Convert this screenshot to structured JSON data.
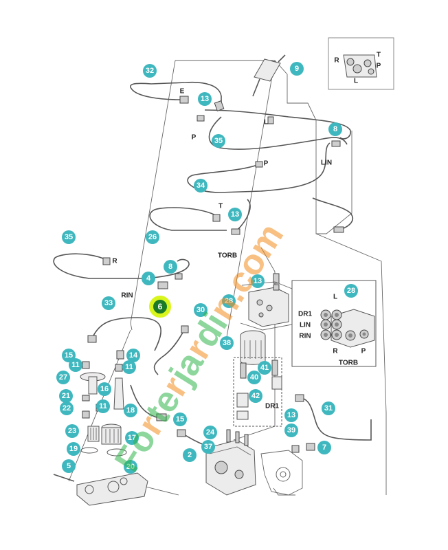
{
  "callouts": {
    "c32": "32",
    "c9": "9",
    "c13a": "13",
    "c35a": "35",
    "c8a": "8",
    "c34": "34",
    "c13b": "13",
    "c35b": "35",
    "c26": "26",
    "c4": "4",
    "c8b": "8",
    "c6": "6",
    "c33": "33",
    "c30": "30",
    "c28a": "28",
    "c13c": "13",
    "c28b": "28",
    "c38": "38",
    "c15a": "15",
    "c11a": "11",
    "c14": "14",
    "c11b": "11",
    "c27": "27",
    "c16": "16",
    "c21": "21",
    "c22": "22",
    "c11c": "11",
    "c18": "18",
    "c15b": "15",
    "c40": "40",
    "c41": "41",
    "c42": "42",
    "c31": "31",
    "c13d": "13",
    "c39": "39",
    "c23": "23",
    "c17": "17",
    "c24": "24",
    "c37": "37",
    "c7": "7",
    "c19": "19",
    "c2": "2",
    "c5": "5",
    "c20": "20"
  },
  "ports": {
    "E": "E",
    "P1": "P",
    "L1": "L",
    "LIN1": "LIN",
    "P2": "P",
    "T": "T",
    "TORB1": "TORB",
    "R1": "R",
    "RIN1": "RIN",
    "DR1a": "DR1",
    "R_ins": "R",
    "L_ins": "L",
    "P_ins": "P",
    "T_ins": "T",
    "L2": "L",
    "DR1b": "DR1",
    "LIN2": "LIN",
    "RIN2": "RIN",
    "R2": "R",
    "P3": "P",
    "TORB2": "TORB"
  },
  "watermark": {
    "text": "Forterjardin.com",
    "colors": [
      "#2fb54a",
      "#f28c1e"
    ]
  },
  "colors": {
    "callout_fill": "#3fb7be",
    "callout_highlight_fill": "#1a7a27",
    "callout_highlight_ring": "#d9f51e"
  }
}
